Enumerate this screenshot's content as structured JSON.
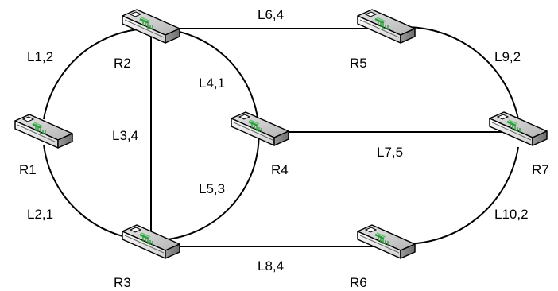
{
  "routers": [
    {
      "id": "R1",
      "label": "R1"
    },
    {
      "id": "R2",
      "label": "R2"
    },
    {
      "id": "R3",
      "label": "R3"
    },
    {
      "id": "R4",
      "label": "R4"
    },
    {
      "id": "R5",
      "label": "R5"
    },
    {
      "id": "R6",
      "label": "R6"
    },
    {
      "id": "R7",
      "label": "R7"
    }
  ],
  "links": [
    {
      "id": "L1",
      "label": "L1,2",
      "from": "R1",
      "to": "R2",
      "cost": 2
    },
    {
      "id": "L2",
      "label": "L2,1",
      "from": "R1",
      "to": "R3",
      "cost": 1
    },
    {
      "id": "L3",
      "label": "L3,4",
      "from": "R2",
      "to": "R3",
      "cost": 4
    },
    {
      "id": "L4",
      "label": "L4,1",
      "from": "R2",
      "to": "R4",
      "cost": 1
    },
    {
      "id": "L5",
      "label": "L5,3",
      "from": "R3",
      "to": "R4",
      "cost": 3
    },
    {
      "id": "L6",
      "label": "L6,4",
      "from": "R2",
      "to": "R5",
      "cost": 4
    },
    {
      "id": "L7",
      "label": "L7,5",
      "from": "R4",
      "to": "R7",
      "cost": 5
    },
    {
      "id": "L8",
      "label": "L8,4",
      "from": "R3",
      "to": "R6",
      "cost": 4
    },
    {
      "id": "L9",
      "label": "L9,2",
      "from": "R5",
      "to": "R7",
      "cost": 2
    },
    {
      "id": "L10",
      "label": "L10,2",
      "from": "R6",
      "to": "R7",
      "cost": 2
    }
  ],
  "icon": "router-icon",
  "colors": {
    "line": "#000000",
    "router_top": "#c8c8c8",
    "router_front": "#eeeeee",
    "router_accent": "#2e9e3e"
  }
}
